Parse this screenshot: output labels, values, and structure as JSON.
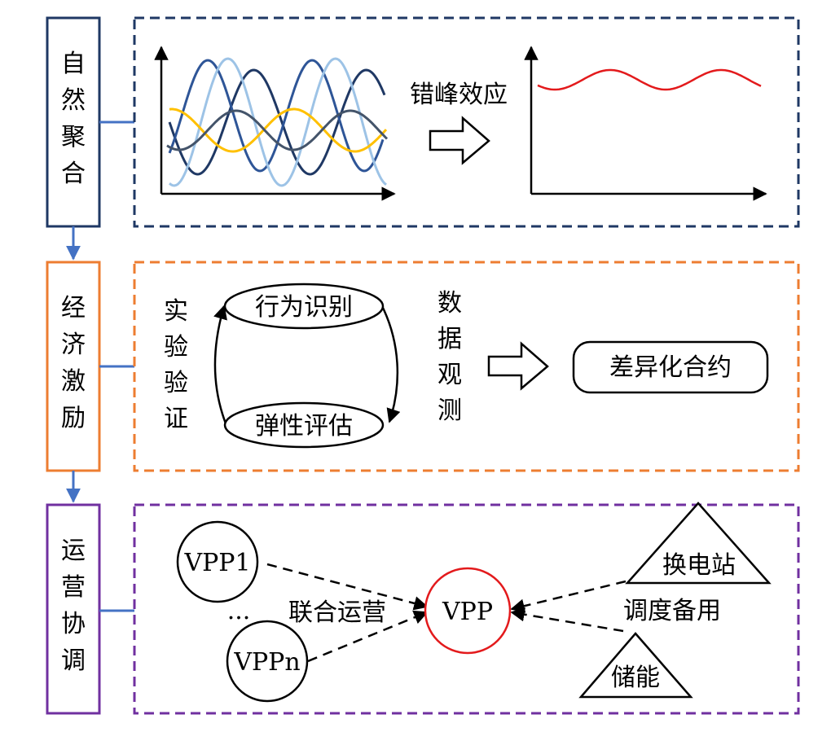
{
  "sections": [
    {
      "label_chars": [
        "自",
        "然",
        "聚",
        "合"
      ],
      "color": "#1f3864"
    },
    {
      "label_chars": [
        "经",
        "济",
        "激",
        "励"
      ],
      "color": "#ed7d31"
    },
    {
      "label_chars": [
        "运",
        "营",
        "协",
        "调"
      ],
      "color": "#7030a0"
    }
  ],
  "natural": {
    "arrow_label": "错峰效应",
    "wave_colors": [
      "#1f3864",
      "#2e5597",
      "#9dc3e6",
      "#ffc000",
      "#44546a"
    ],
    "result_color": "#e31a1c"
  },
  "economic": {
    "left_chars": [
      "实",
      "验",
      "验",
      "证"
    ],
    "top_node": "行为识别",
    "bottom_node": "弹性评估",
    "right_chars": [
      "数",
      "据",
      "观",
      "测"
    ],
    "result": "差异化合约"
  },
  "operation": {
    "vpp1": "VPP1",
    "ellipsis": "...",
    "vppn": "VPPn",
    "joint_label": "联合运营",
    "center": "VPP",
    "center_color": "#e31a1c",
    "dispatch_label": "调度备用",
    "swap_station": "换电站",
    "storage": "储能"
  },
  "colors": {
    "flow_arrow": "#4472c4"
  }
}
